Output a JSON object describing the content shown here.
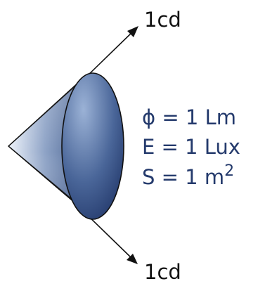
{
  "top_ray_label": "1cd",
  "bottom_ray_label": "1cd",
  "formulas": {
    "flux": "ϕ = 1 Lm",
    "illuminance": "E = 1 Lux",
    "area_prefix": "S = 1 m",
    "area_exponent": "2"
  },
  "colors": {
    "cone_dark": "#3d5788",
    "cone_mid": "#8ea3c6",
    "cone_light": "#eef3fb",
    "disc_dark": "#1f3466",
    "disc_light": "#7f9cc8",
    "outline": "#111111",
    "text": "#243a6c"
  }
}
